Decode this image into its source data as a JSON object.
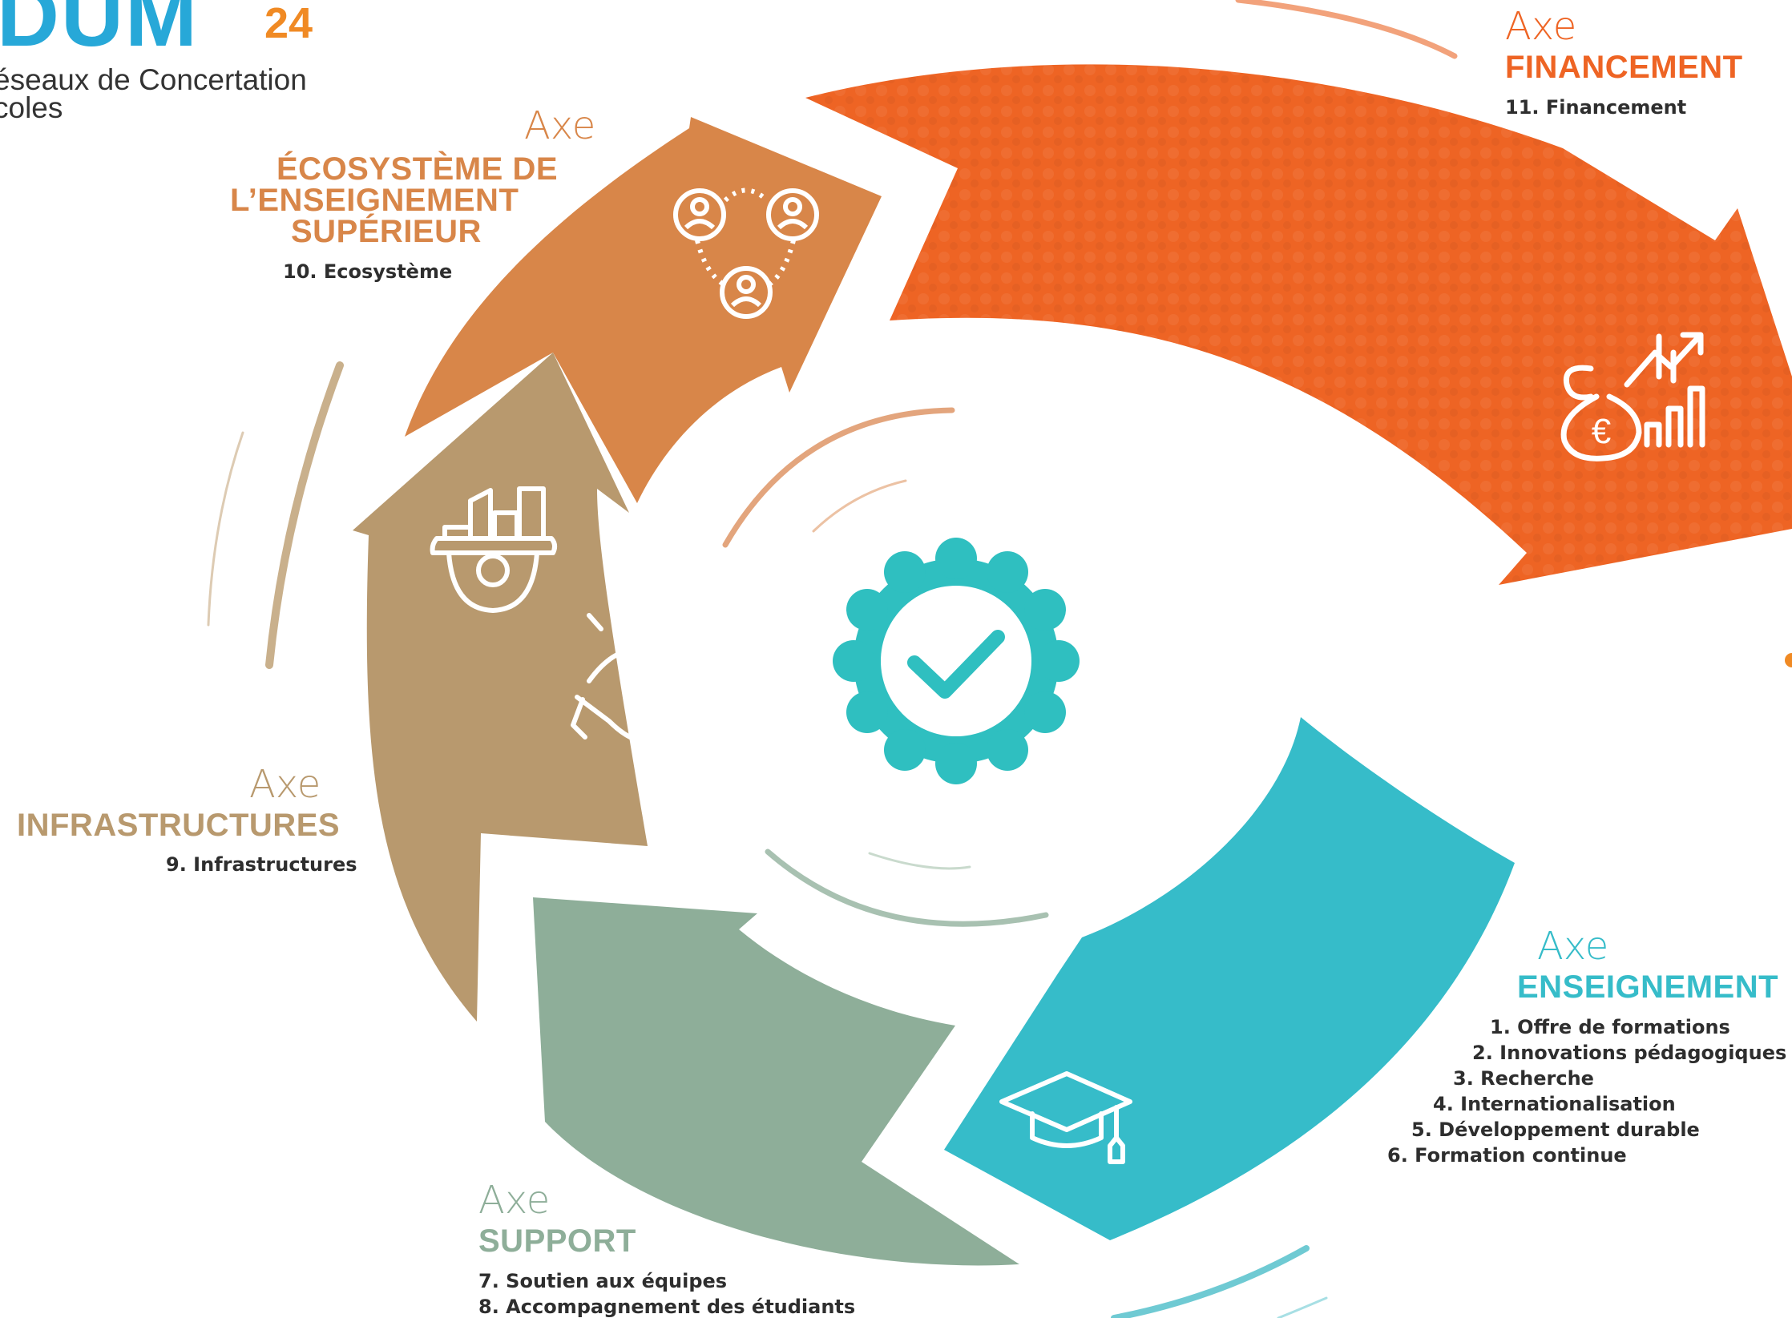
{
  "logo": {
    "main": "IDUM",
    "year": "24",
    "subtitle_line1": "éseaux de Concertation",
    "subtitle_line2": "coles"
  },
  "axes": {
    "financement": {
      "axe_label": "Axe",
      "title": "FINANCEMENT",
      "items": [
        "11. Financement"
      ],
      "color": "#ee6424",
      "icon": "money-bag-growth-icon"
    },
    "ecosysteme": {
      "axe_label": "Axe",
      "title_lines": [
        "ÉCOSYSTÈME DE",
        "L’ENSEIGNEMENT",
        "SUPÉRIEUR"
      ],
      "items": [
        "10. Ecosystème"
      ],
      "color": "#d88649",
      "icon": "network-people-icon"
    },
    "infrastructures": {
      "axe_label": "Axe",
      "title": "INFRASTRUCTURES",
      "items": [
        "9. Infrastructures"
      ],
      "color": "#b8996e",
      "icon": "buildings-gear-icon"
    },
    "support": {
      "axe_label": "Axe",
      "title": "SUPPORT",
      "items": [
        "7. Soutien aux équipes",
        "8. Accompagnement des étudiants"
      ],
      "color": "#8eae99",
      "icon": "handshake-icon"
    },
    "enseignement": {
      "axe_label": "Axe",
      "title": "ENSEIGNEMENT",
      "items": [
        "1. Offre de formations",
        "2. Innovations pédagogiques",
        "3. Recherche",
        "4. Internationalisation",
        "5. Développement durable",
        "6. Formation continue"
      ],
      "color": "#36bcc9",
      "icon": "graduation-cap-icon"
    }
  },
  "center": {
    "icon": "quality-badge-check-icon",
    "color": "#2fbfc0"
  }
}
